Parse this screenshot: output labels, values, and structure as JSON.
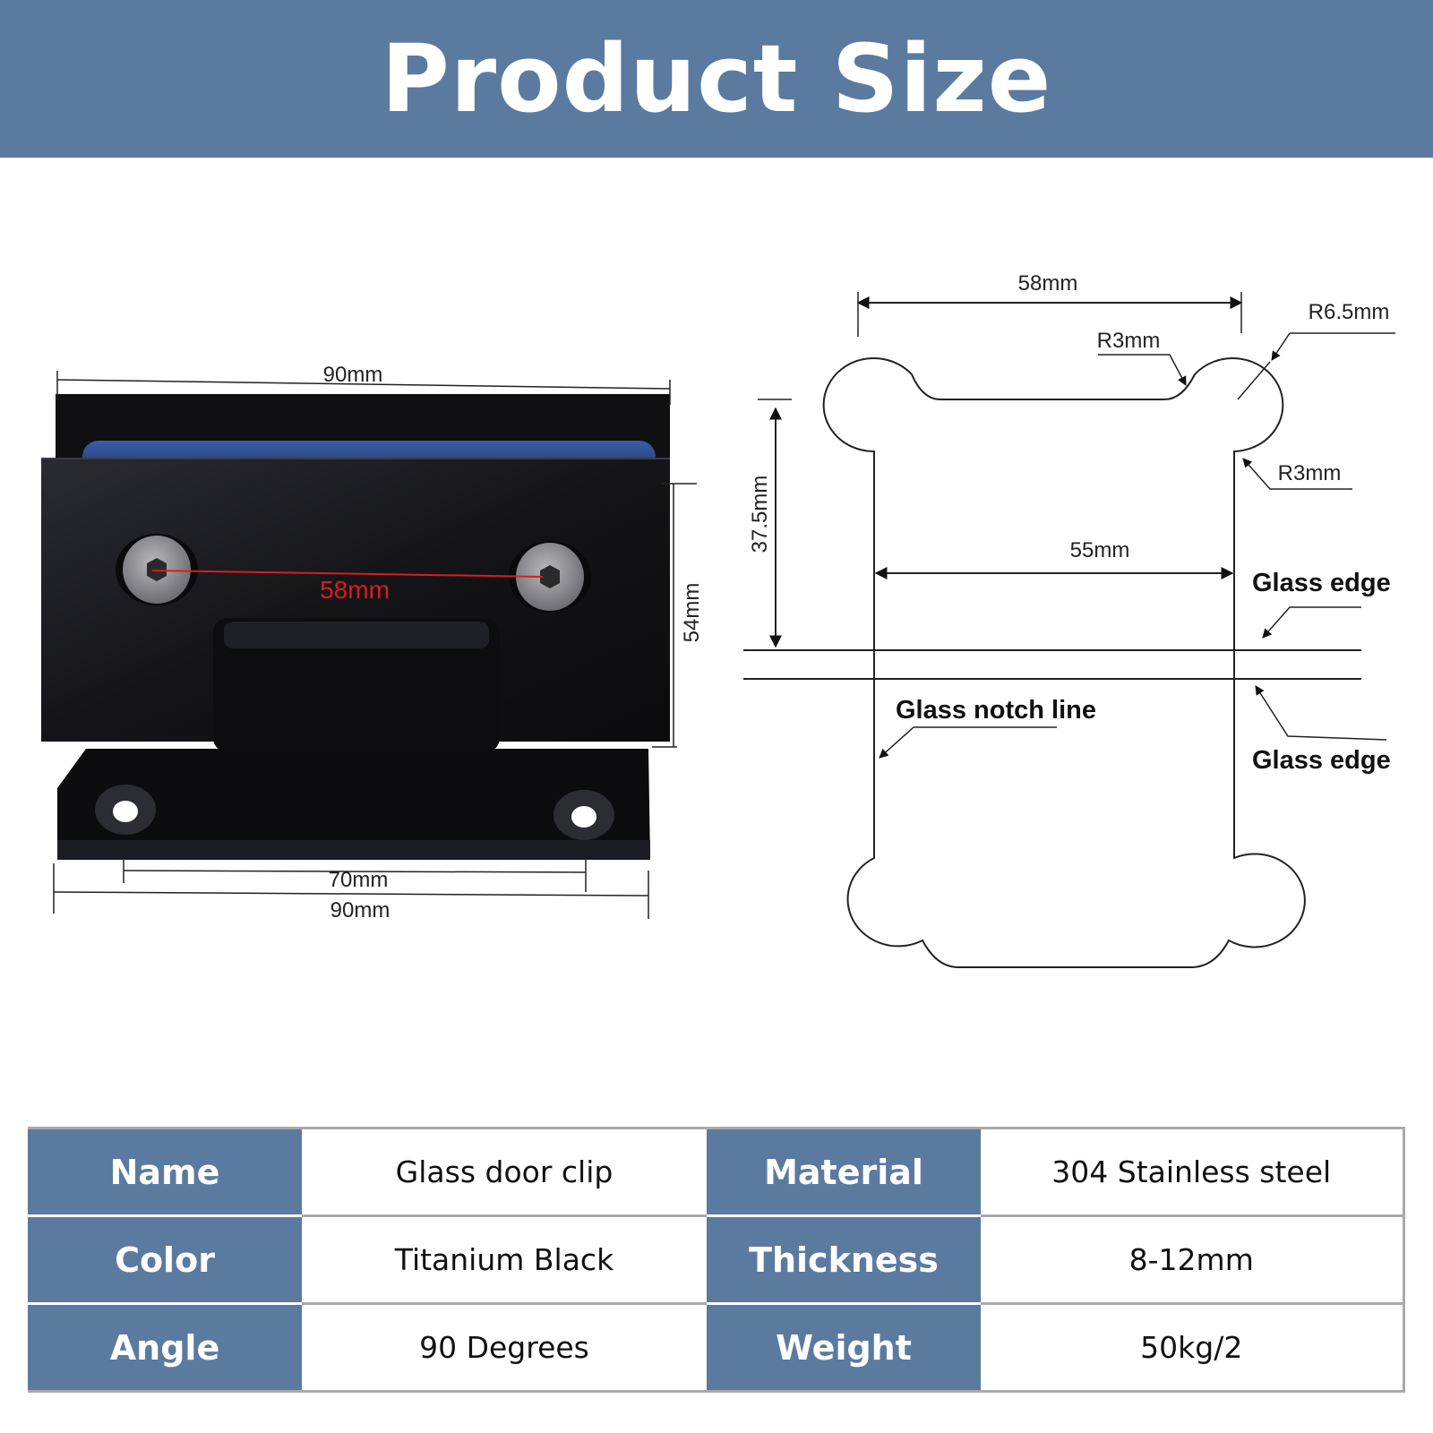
{
  "header": {
    "title": "Product Size"
  },
  "hinge_photo": {
    "dim_top_width": "90mm",
    "dim_hole_spacing": "58mm",
    "dim_height": "54mm",
    "dim_base_holes": "70mm",
    "dim_bottom_width": "90mm"
  },
  "cutout_drawing": {
    "dim_top_span": "58mm",
    "dim_corner_radius": "R6.5mm",
    "dim_inner_radius_top": "R3mm",
    "dim_inner_radius_side": "R3mm",
    "dim_depth": "37.5mm",
    "dim_inner_width": "55mm",
    "label_glass_edge_top": "Glass edge",
    "label_glass_notch_line": "Glass notch line",
    "label_glass_edge_bottom": "Glass edge"
  },
  "specs": {
    "rows": [
      {
        "k1": "Name",
        "v1": "Glass door clip",
        "k2": "Material",
        "v2": "304 Stainless steel"
      },
      {
        "k1": "Color",
        "v1": "Titanium Black",
        "k2": "Thickness",
        "v2": "8-12mm"
      },
      {
        "k1": "Angle",
        "v1": "90 Degrees",
        "k2": "Weight",
        "v2": "50kg/2"
      }
    ]
  },
  "colors": {
    "header_bg": "#5b7aa0",
    "key_cell_bg": "#5b7aa0",
    "dimension_red": "#d81e1e",
    "hinge_body": "#151518"
  }
}
